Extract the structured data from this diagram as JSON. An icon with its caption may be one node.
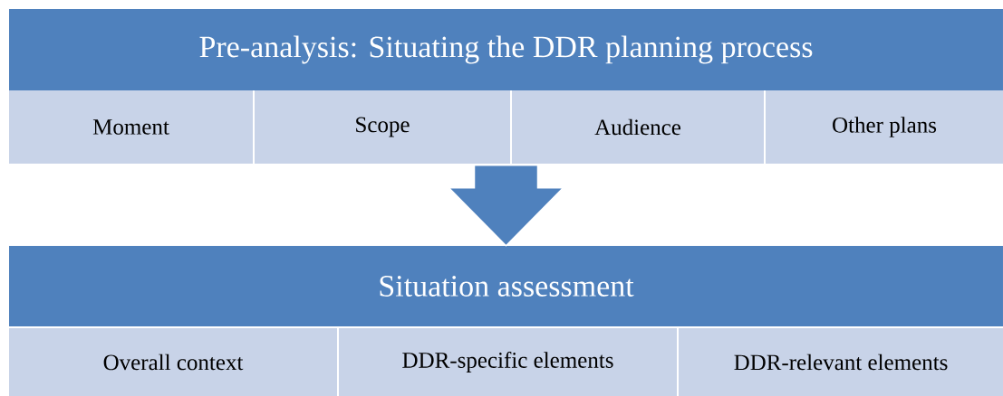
{
  "diagram": {
    "nodes": [
      {
        "text": [
          "Pre-analysis: Situating the DDR planning process"
        ]
      },
      {
        "text": [
          "Moment"
        ]
      },
      {
        "text": [
          "Scope"
        ]
      },
      {
        "text": [
          "Audience"
        ]
      },
      {
        "text": [
          "Other plans"
        ]
      },
      {
        "text": [
          "Situation assessment"
        ]
      },
      {
        "text": [
          "Overall context"
        ]
      },
      {
        "text": [
          "DDR-specific elements"
        ]
      },
      {
        "text": [
          "DDR-relevant elements"
        ]
      }
    ],
    "edges": [
      {
        "from": 0,
        "to": 5,
        "arrow": "to"
      }
    ]
  }
}
